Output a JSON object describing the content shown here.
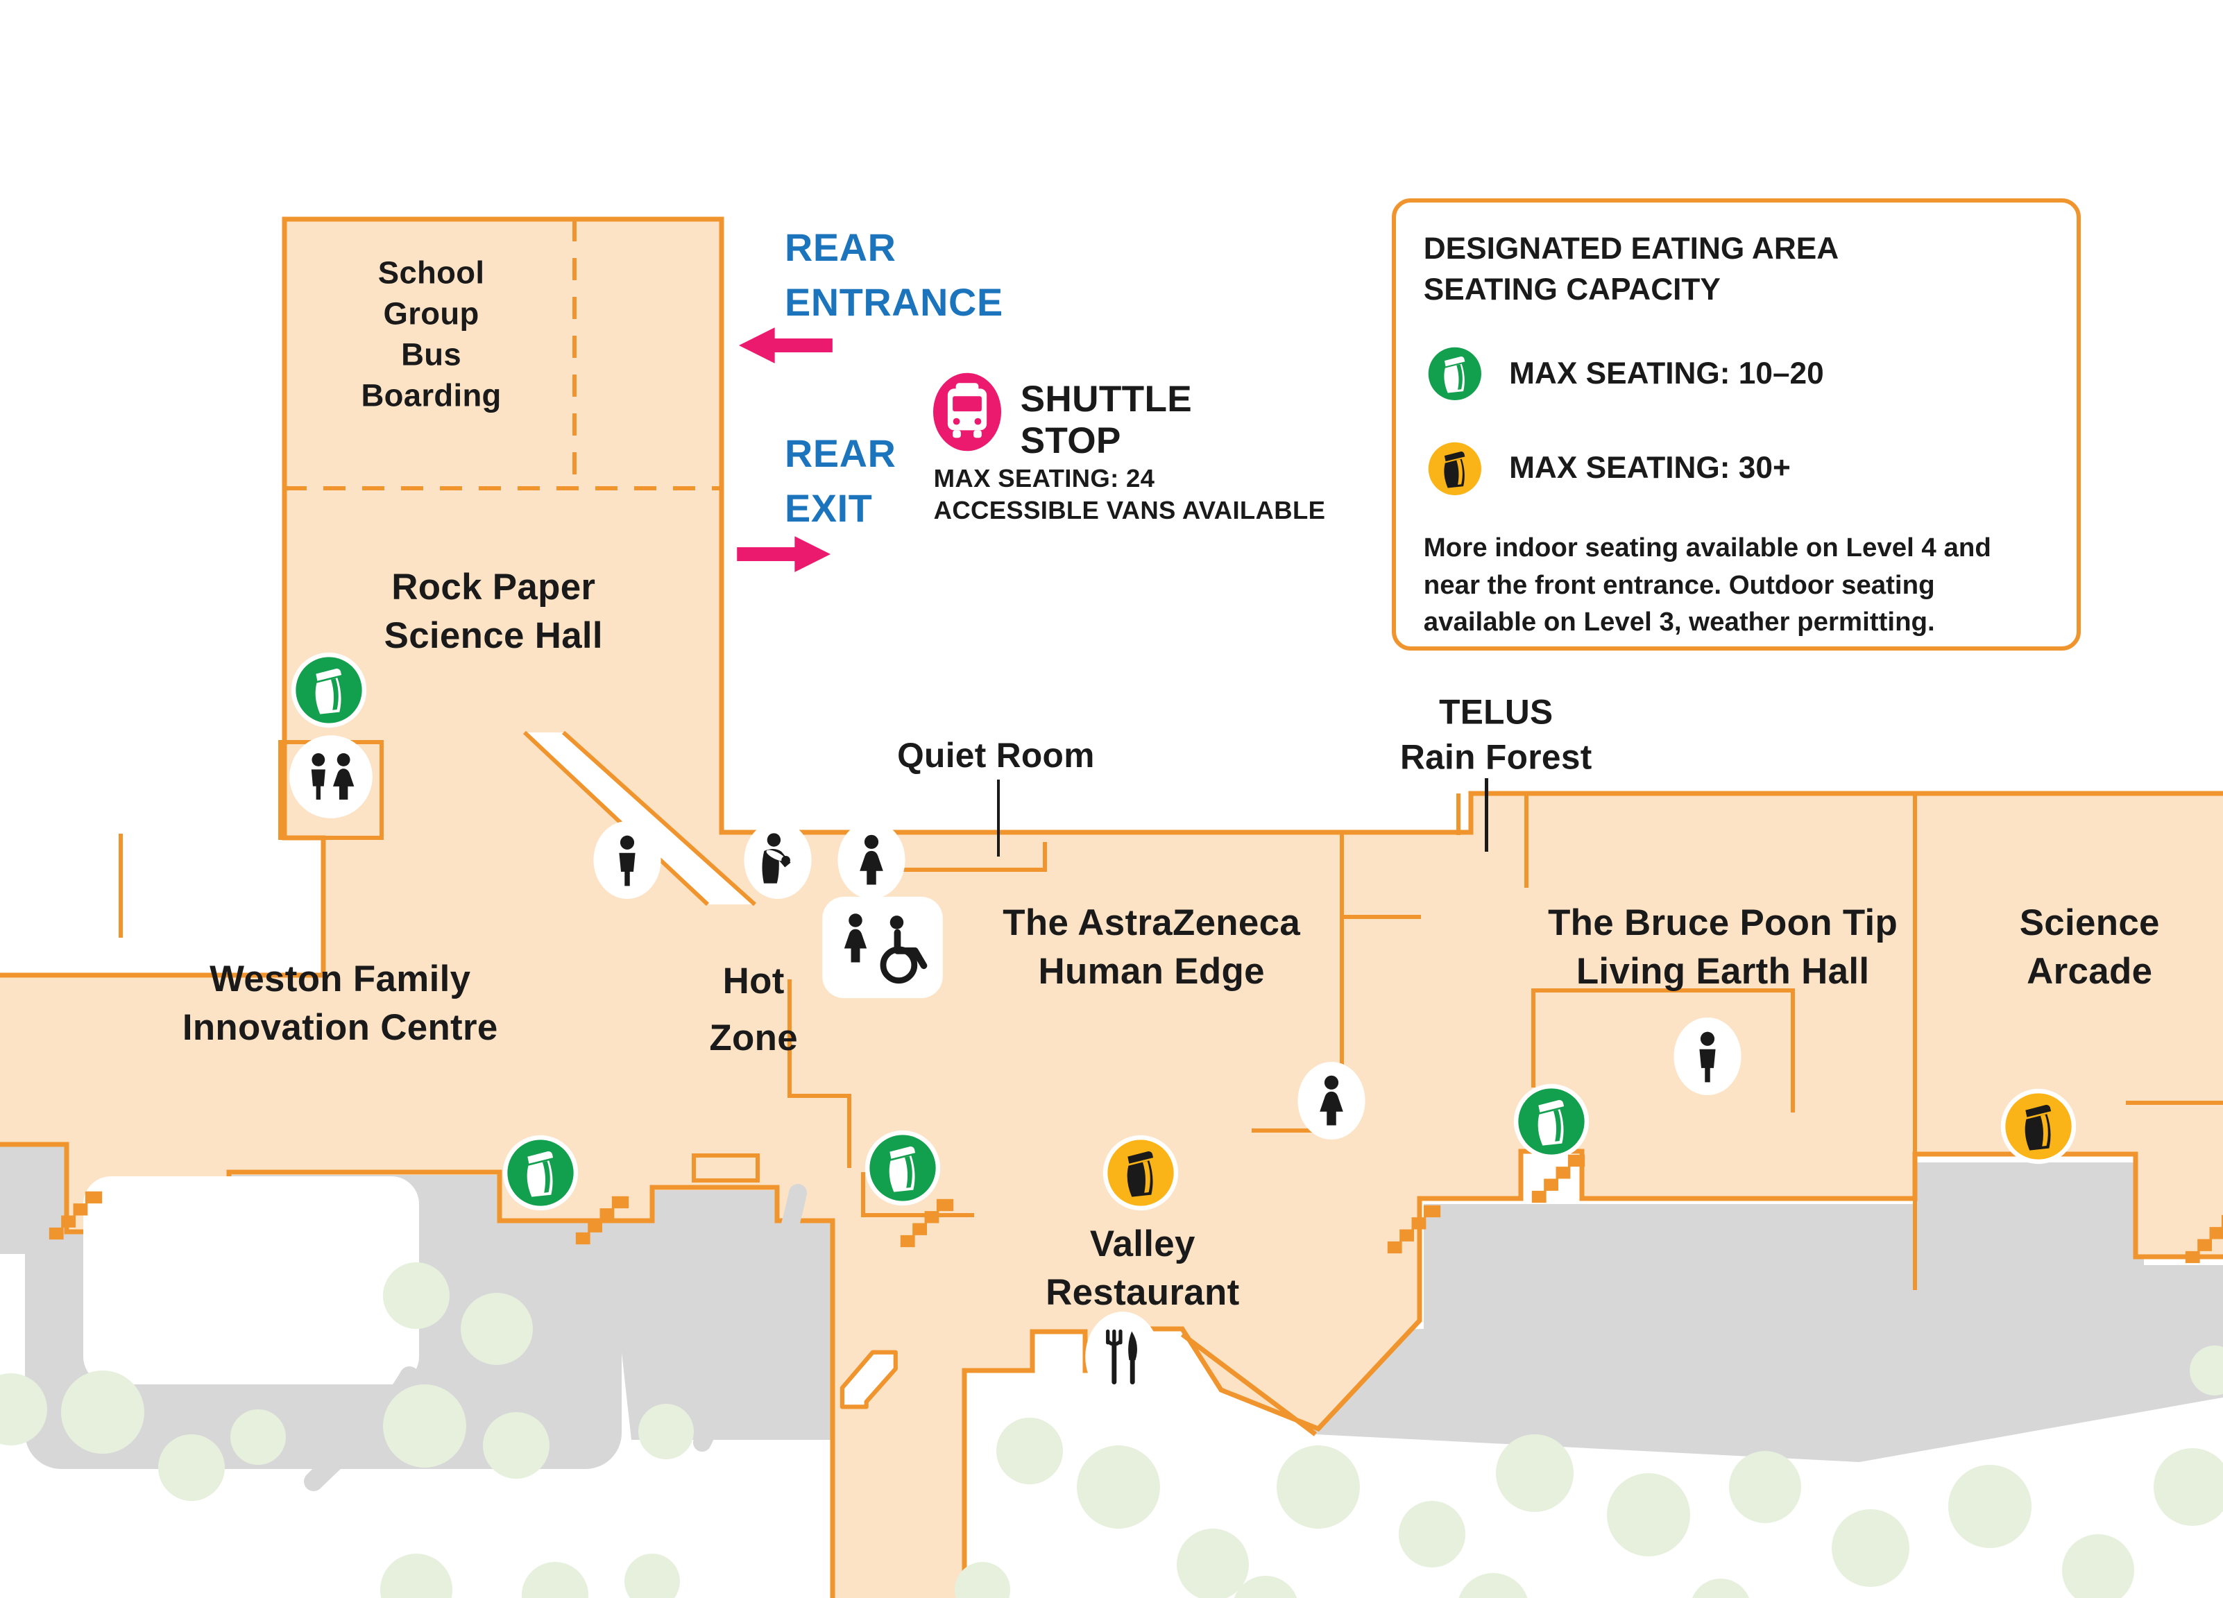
{
  "title": "Science centre level map with designated eating areas",
  "colors": {
    "building_fill": "#fce3c6",
    "building_outline": "#f0952d",
    "terrain_grey": "#d7d7d8",
    "tree_green": "#e7f0dc",
    "eating_green": "#129f4e",
    "eating_yellow": "#fbb417",
    "wayfinding_blue": "#1c75bc",
    "shuttle_pink": "#ec1a6e",
    "text_black": "#1a1a1a"
  },
  "areas": {
    "school_group": "School\nGroup\nBus\nBoarding",
    "rock_paper": "Rock Paper\nScience Hall",
    "weston": "Weston Family\nInnovation Centre",
    "hot_zone": "Hot\nZone",
    "astrazeneca": "The AstraZeneca\nHuman Edge",
    "quiet_room": "Quiet Room",
    "telus": "TELUS\nRain Forest",
    "bruce": "The Bruce Poon Tip\nLiving Earth Hall",
    "science_arcade": "Science\nArcade",
    "valley": "Valley\nRestaurant"
  },
  "wayfinding": {
    "rear_entrance": "REAR\nENTRANCE",
    "rear_exit": "REAR\nEXIT"
  },
  "shuttle": {
    "title": "SHUTTLE\nSTOP",
    "max_seating": "MAX SEATING: 24",
    "accessibility": "ACCESSIBLE VANS AVAILABLE"
  },
  "legend": {
    "title": "DESIGNATED EATING AREA\nSEATING CAPACITY",
    "items": [
      {
        "icon": "green-bag-icon",
        "label": "MAX SEATING: 10–20"
      },
      {
        "icon": "yellow-bag-icon",
        "label": "MAX SEATING: 30+"
      }
    ],
    "note": "More indoor seating available on Level 4 and near the front entrance. Outdoor seating available on Level 3, weather permitting."
  },
  "icon_key": {
    "green-bag-icon": "Designated eating area, max seating 10–20",
    "yellow-bag-icon": "Designated eating area, max seating 30+",
    "restrooms-icon": "Restrooms",
    "mens-restroom-icon": "Men's restroom",
    "womens-restroom-icon": "Women's restroom",
    "accessible-restroom-icon": "Accessible restroom",
    "nursing-room-icon": "Nursing room",
    "restaurant-icon": "Restaurant",
    "stairs-icon": "Stairs",
    "escalator-icon": "Escalator",
    "shuttle-bus-icon": "Shuttle stop"
  }
}
